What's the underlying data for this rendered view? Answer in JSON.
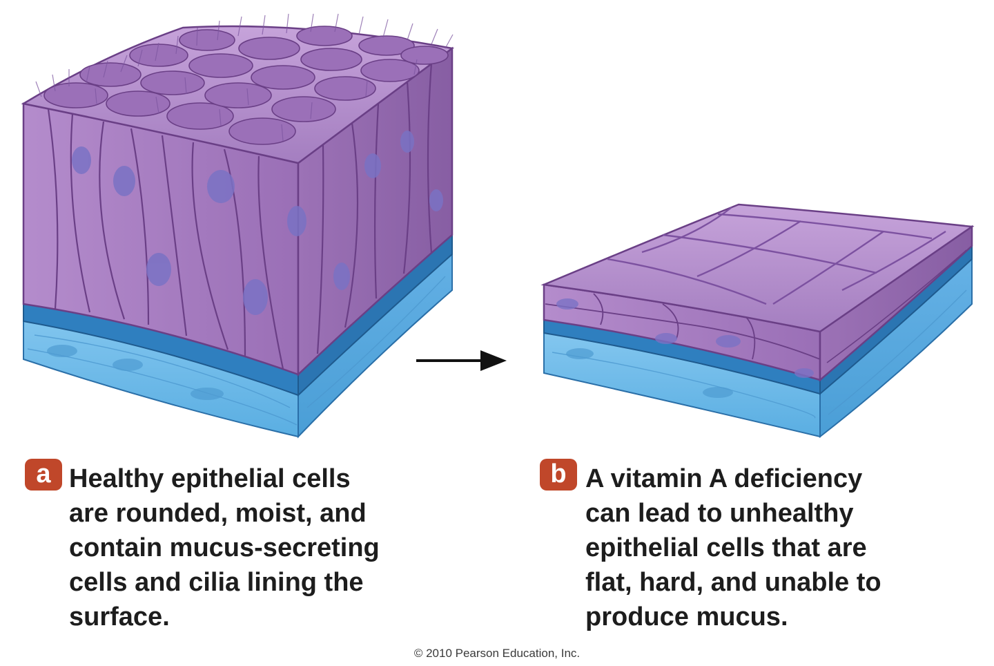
{
  "panel_a": {
    "badge": "a",
    "caption_lines": [
      "Healthy epithelial cells",
      "are rounded, moist, and",
      "contain mucus-secreting",
      "cells and cilia lining the",
      "surface."
    ]
  },
  "panel_b": {
    "badge": "b",
    "caption_lines": [
      "A vitamin A deficiency",
      "can lead to unhealthy",
      "epithelial cells that are",
      "flat, hard, and unable to",
      "produce mucus."
    ]
  },
  "copyright": "© 2010 Pearson Education, Inc.",
  "colors": {
    "cell_purple": "#a57bc0",
    "cell_outline": "#6a3f86",
    "nucleus": "#7a72c4",
    "basement_membrane": "#2f7fbf",
    "connective_tissue": "#6fb9e8",
    "badge": "#c0472a",
    "arrow": "#111111"
  },
  "icons": {
    "process_arrow": "arrow-right-icon"
  }
}
